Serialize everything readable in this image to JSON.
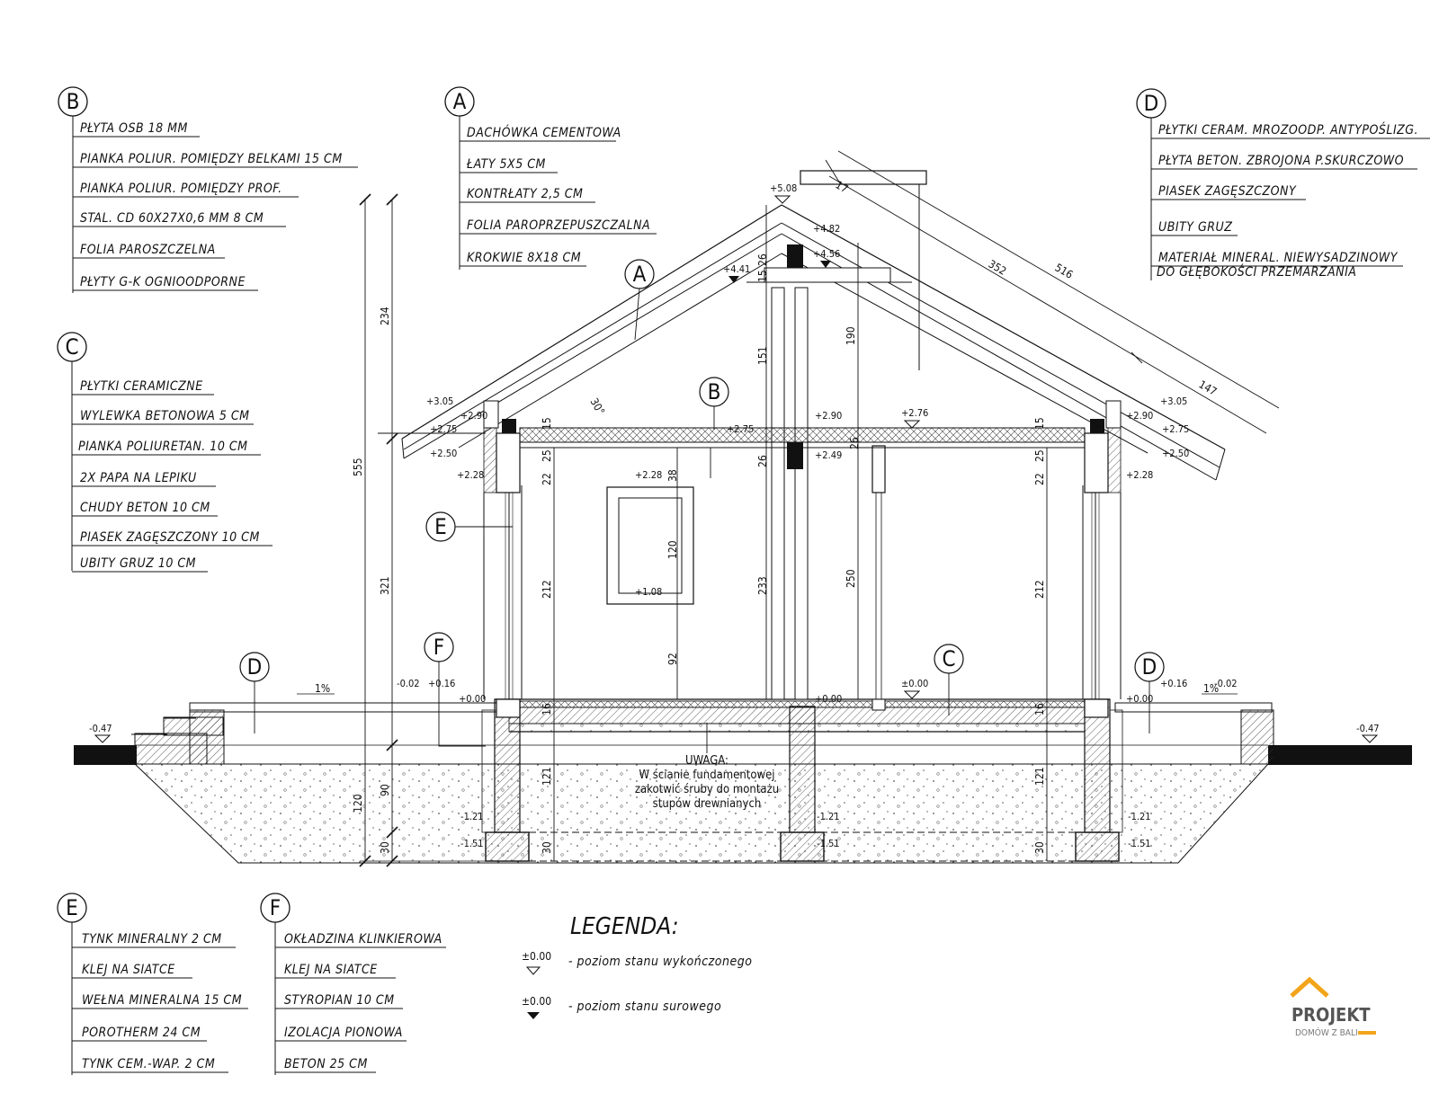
{
  "specs": {
    "B": {
      "letter": "B",
      "layers": [
        "PŁYTA OSB 18 MM",
        "PIANKA POLIUR. POMIĘDZY BELKAMI 15 CM",
        "PIANKA POLIUR. POMIĘDZY PROF.",
        "STAL. CD 60X27X0,6 MM 8 CM",
        "FOLIA PAROSZCZELNA",
        "PŁYTY G-K OGNIOODPORNE"
      ]
    },
    "C": {
      "letter": "C",
      "layers": [
        "PŁYTKI CERAMICZNE",
        "WYLEWKA BETONOWA 5 CM",
        "PIANKA POLIURETAN. 10 CM",
        "2X PAPA NA LEPIKU",
        "CHUDY BETON 10 CM",
        "PIASEK ZAGĘSZCZONY 10 CM",
        "UBITY GRUZ 10 CM"
      ]
    },
    "A": {
      "letter": "A",
      "layers": [
        "DACHÓWKA CEMENTOWA",
        "ŁATY 5X5 CM",
        "KONTRŁATY 2,5 CM",
        "FOLIA PAROPRZEPUSZCZALNA",
        "KROKWIE 8X18 CM"
      ]
    },
    "D": {
      "letter": "D",
      "layers": [
        "PŁYTKI CERAM. MROZOODP. ANTYPOŚLIZG.",
        "PŁYTA BETON. ZBROJONA P.SKURCZOWO",
        "PIASEK ZAGĘSZCZONY",
        "UBITY GRUZ",
        "MATERIAŁ MINERAL. NIEWYSADZINOWY",
        "DO GŁĘBOKOŚCI PRZEMARZANIA"
      ]
    },
    "E": {
      "letter": "E",
      "layers": [
        "TYNK MINERALNY 2 CM",
        "KLEJ NA SIATCE",
        "WEŁNA MINERALNA 15 CM",
        "POROTHERM 24 CM",
        "TYNK CEM.-WAP. 2 CM"
      ]
    },
    "F": {
      "letter": "F",
      "layers": [
        "OKŁADZINA KLINKIEROWA",
        "KLEJ NA SIATCE",
        "STYROPIAN 10 CM",
        "IZOLACJA PIONOWA",
        "BETON 25 CM"
      ]
    }
  },
  "levels": {
    "ridge": "+5.08",
    "l482": "+4.82",
    "l456": "+4.56",
    "l441": "+4.41",
    "l305": "+3.05",
    "l290": "+2.90",
    "l276": "+2.76",
    "l275": "+2.75",
    "l250": "+2.50",
    "l249": "+2.49",
    "l228": "+2.28",
    "l108": "+1.08",
    "l016": "+0.16",
    "l000": "±0.00",
    "lp000": "+0.00",
    "lm002": "-0.02",
    "lm047": "-0.47",
    "lm121": "-1.21",
    "lm151": "-1.51"
  },
  "dims": {
    "d555": "555",
    "d234": "234",
    "d321": "321",
    "d120": "120",
    "d90": "90",
    "d30": "30",
    "d212": "212",
    "d22": "22",
    "d25": "25",
    "d15": "15",
    "d16": "16",
    "d121": "121",
    "d38": "38",
    "d120w": "120",
    "d92": "92",
    "d233": "233",
    "d250": "250",
    "d151": "151",
    "d190": "190",
    "d26": "26",
    "d17": "17",
    "d352": "352",
    "d516": "516",
    "d147": "147",
    "angle": "30°",
    "slope": "1%"
  },
  "note": {
    "title": "UWAGA:",
    "lines": [
      "W ścianie fundamentowej",
      "zakotwić śruby do montażu",
      "stupów drewnianych"
    ]
  },
  "legend": {
    "title": "LEGENDA:",
    "items": [
      {
        "symbol": "±0.00",
        "label": "- poziom stanu wykończonego"
      },
      {
        "symbol": "±0.00",
        "label": "- poziom stanu surowego"
      }
    ]
  },
  "logo": {
    "brand": "PROJEKT",
    "tagline": "DOMÓW Z BALI",
    "accent": "#f2a51a"
  }
}
